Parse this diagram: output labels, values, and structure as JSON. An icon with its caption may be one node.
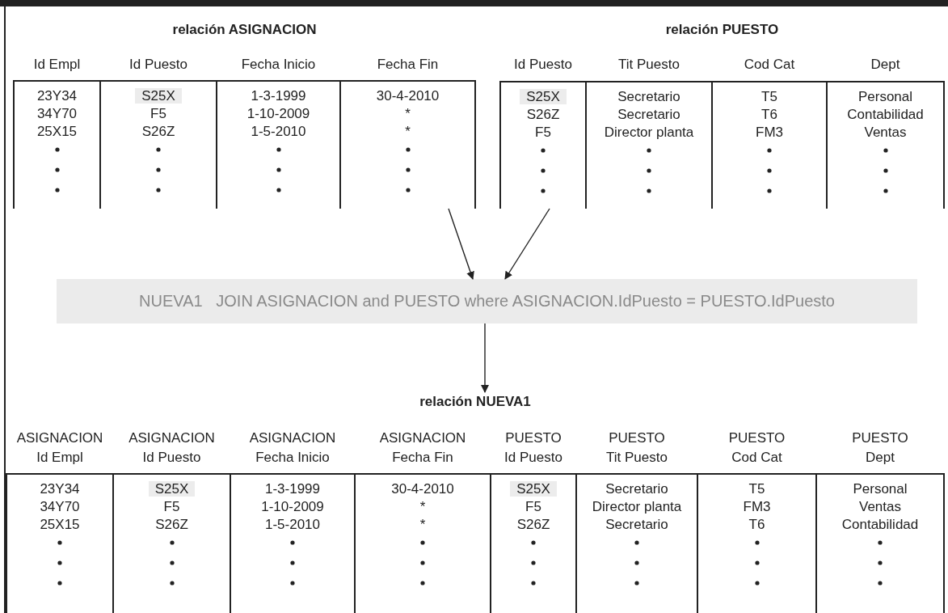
{
  "diagram": {
    "nodes": [
      {
        "text": [
          "relación ASIGNACION",
          "Id Empl",
          "Id Puesto",
          "Fecha Inicio",
          "Fecha Fin",
          "23Y34",
          "S25X",
          "1-3-1999",
          "30-4-2010",
          "34Y70",
          "F5",
          "1-10-2009",
          "*",
          "25X15",
          "S26Z",
          "1-5-2010",
          "*"
        ]
      },
      {
        "text": [
          "relación PUESTO",
          "Id Puesto",
          "Tit Puesto",
          "Cod Cat",
          "Dept",
          "S25X",
          "Secretario",
          "T5",
          "Personal",
          "S26Z",
          "Secretario",
          "T6",
          "Contabilidad",
          "F5",
          "Director planta",
          "FM3",
          "Ventas"
        ]
      },
      {
        "text": [
          "NUEVA1   JOIN ASIGNACION and PUESTO where ASIGNACION.IdPuesto = PUESTO.IdPuesto"
        ]
      },
      {
        "text": [
          "relación NUEVA1",
          "ASIGNACION Id Empl",
          "ASIGNACION Id Puesto",
          "ASIGNACION Fecha Inicio",
          "ASIGNACION Fecha Fin",
          "PUESTO Id Puesto",
          "PUESTO Tit Puesto",
          "PUESTO Cod Cat",
          "PUESTO Dept",
          "23Y34",
          "S25X",
          "1-3-1999",
          "30-4-2010",
          "S25X",
          "Secretario",
          "T5",
          "Personal",
          "34Y70",
          "F5",
          "1-10-2009",
          "*",
          "F5",
          "Director planta",
          "FM3",
          "Ventas",
          "25X15",
          "S26Z",
          "1-5-2010",
          "*",
          "S26Z",
          "Secretario",
          "T6",
          "Contabilidad"
        ]
      }
    ],
    "edges": [
      {
        "from": 0,
        "to": 2,
        "arrow": "to"
      },
      {
        "from": 1,
        "to": 2,
        "arrow": "to"
      },
      {
        "from": 2,
        "to": 3,
        "arrow": "to"
      }
    ]
  }
}
